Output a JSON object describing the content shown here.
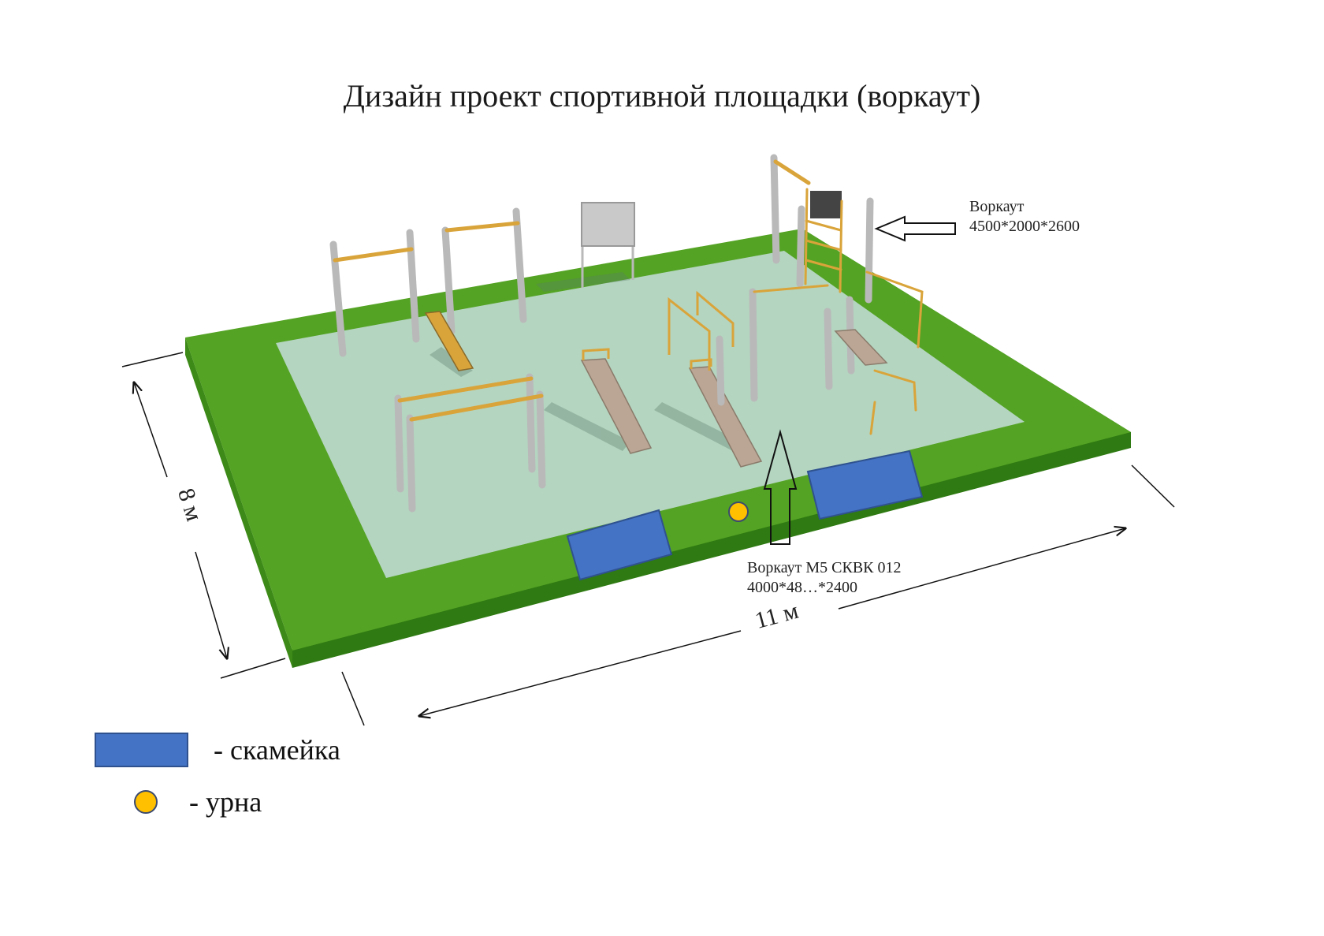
{
  "title": "Дизайн проект спортивной площадки (воркаут)",
  "callouts": {
    "top_right": {
      "line1": "Воркаут",
      "line2": "4500*2000*2600"
    },
    "bottom": {
      "line1": "Воркаут М5 СКВК 012",
      "line2": "4000*48…*2400"
    }
  },
  "dimensions": {
    "width": "8 м",
    "length": "11 м"
  },
  "legend": [
    {
      "symbol": "bench",
      "label": "- скамейка"
    },
    {
      "symbol": "urn",
      "label": "- урна"
    }
  ],
  "colors": {
    "grass": "#54a324",
    "grass_dark": "#2f7a12",
    "rubber": "#b4d5c0",
    "bench": "#4472c4",
    "urn": "#ffc000"
  }
}
